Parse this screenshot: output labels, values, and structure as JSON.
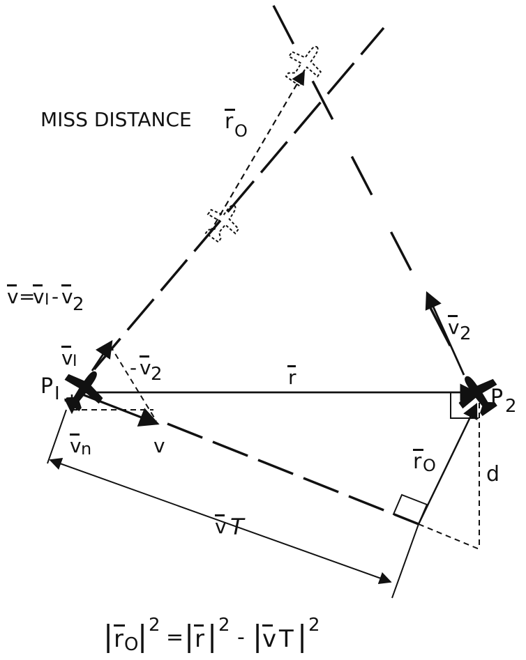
{
  "title": "MISS DISTANCE",
  "labels": {
    "r0_top": "r",
    "r0_top_sub": "O",
    "v_eq_lhs": "v",
    "v_eq_eq": "=",
    "v_eq_v1": "v",
    "v_eq_v1_sub": "I",
    "v_eq_minus": "-",
    "v_eq_v2": "v",
    "v_eq_v2_sub": "2",
    "v1": "v",
    "v1_sub": "I",
    "neg_v2_minus": "-",
    "neg_v2": "v",
    "neg_v2_sub": "2",
    "r": "r",
    "v2": "v",
    "v2_sub": "2",
    "p1": "P",
    "p1_sub": "I",
    "p2": "P",
    "p2_sub": "2",
    "vn": "v",
    "vn_sub": "n",
    "v": "v",
    "r0_mid": "r",
    "r0_mid_sub": "O",
    "d": "d",
    "vt_v": "v",
    "vt_t": "T"
  },
  "formula": {
    "bar_l": "|",
    "r0": "r",
    "r0_sub": "O",
    "bar_r": "|",
    "exp1": "2",
    "eq": "=",
    "bar_l2": "|",
    "r": "r",
    "bar_r2": "|",
    "exp2": "2",
    "minus": "-",
    "bar_l3": "|",
    "v": "v",
    "t": "T",
    "bar_r3": "|",
    "exp3": "2"
  }
}
